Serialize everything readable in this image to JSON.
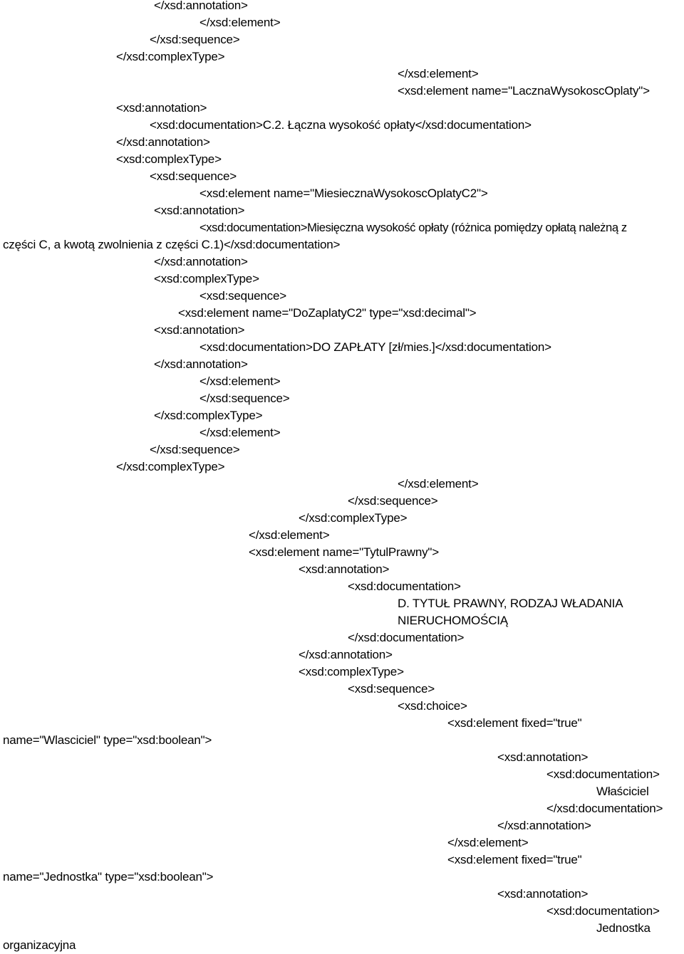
{
  "document": {
    "lines": [
      "</xsd:annotation>",
      "</xsd:element>",
      "</xsd:sequence>",
      "</xsd:complexType>",
      "</xsd:element>",
      "<xsd:element name=\"LacznaWysokoscOplaty\">",
      "<xsd:annotation>",
      "<xsd:documentation>C.2. Łączna wysokość opłaty</xsd:documentation>",
      "</xsd:annotation>",
      "<xsd:complexType>",
      "<xsd:sequence>",
      "<xsd:element name=\"MiesiecznaWysokoscOplatyC2\">",
      "<xsd:annotation>",
      "<xsd:documentation>Miesięczna wysokość opłaty (różnica pomiędzy opłatą należną z",
      "części C, a kwotą zwolnienia z części C.1)</xsd:documentation>",
      "</xsd:annotation>",
      "<xsd:complexType>",
      "<xsd:sequence>",
      "<xsd:element name=\"DoZaplatyC2\" type=\"xsd:decimal\">",
      "<xsd:annotation>",
      "<xsd:documentation>DO ZAPŁATY [zł/mies.]</xsd:documentation>",
      "</xsd:annotation>",
      "</xsd:element>",
      "</xsd:sequence>",
      "</xsd:complexType>",
      "</xsd:element>",
      "</xsd:sequence>",
      "</xsd:complexType>",
      "</xsd:element>",
      "</xsd:sequence>",
      "</xsd:complexType>",
      "</xsd:element>",
      "<xsd:element name=\"TytulPrawny\">",
      "<xsd:annotation>",
      "<xsd:documentation>",
      "D. TYTUŁ PRAWNY, RODZAJ WŁADANIA",
      "NIERUCHOMOŚCIĄ",
      "</xsd:documentation>",
      "</xsd:annotation>",
      "<xsd:complexType>",
      "<xsd:sequence>",
      "<xsd:choice>",
      "<xsd:element fixed=\"true\"",
      "name=\"Wlasciciel\" type=\"xsd:boolean\">",
      "<xsd:annotation>",
      "<xsd:documentation>",
      "Właściciel",
      "</xsd:documentation>",
      "</xsd:annotation>",
      "</xsd:element>",
      "<xsd:element fixed=\"true\"",
      "name=\"Jednostka\" type=\"xsd:boolean\">",
      "<xsd:annotation>",
      "<xsd:documentation>",
      "Jednostka",
      "organizacyjna"
    ]
  }
}
